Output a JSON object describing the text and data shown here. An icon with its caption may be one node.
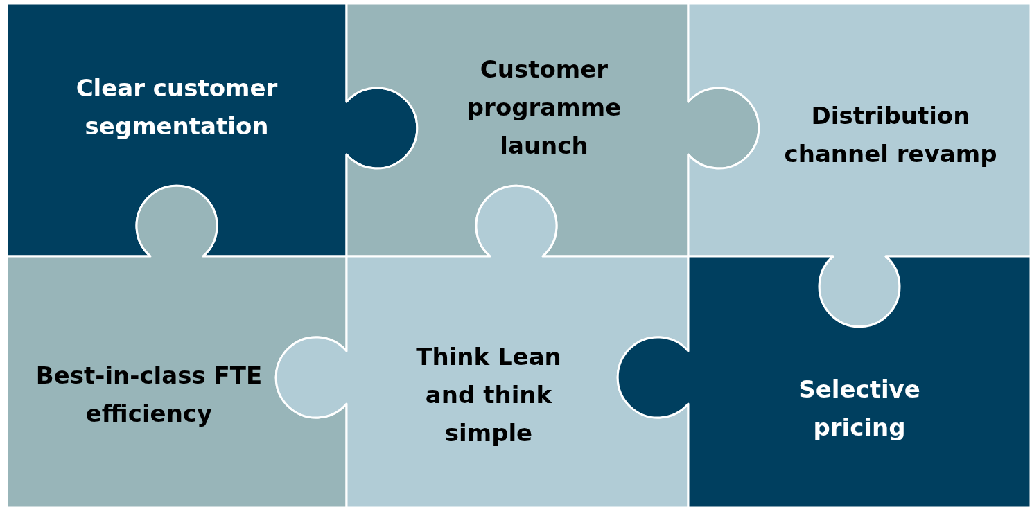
{
  "diagram": {
    "nodes": [
      {
        "text": [
          "Clear customer segmentation"
        ]
      },
      {
        "text": [
          "Customer programme launch"
        ]
      },
      {
        "text": [
          "Distribution channel revamp"
        ]
      },
      {
        "text": [
          "Best-in-class FTE efficiency"
        ]
      },
      {
        "text": [
          "Think Lean and think simple"
        ]
      },
      {
        "text": [
          "Selective pricing"
        ]
      }
    ]
  }
}
